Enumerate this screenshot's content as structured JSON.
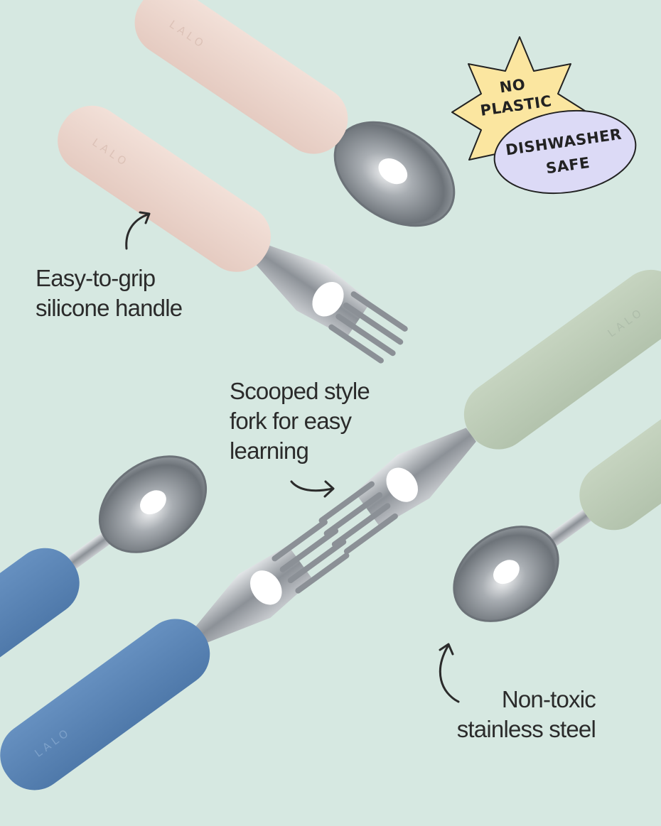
{
  "colors": {
    "background": "#d6e8e1",
    "handle_pink": "#ecd6cd",
    "handle_sage": "#bccbb6",
    "handle_blue": "#5a85b6",
    "steel_light": "#d9dde0",
    "steel_dark": "#777d83",
    "badge_star": "#fbe6a0",
    "badge_oval": "#dcdaf6",
    "text": "#2b2b2b"
  },
  "brand_mark": "LALO",
  "badges": {
    "no_plastic": [
      "NO",
      "PLASTIC"
    ],
    "dishwasher_safe": [
      "DISHWASHER",
      "SAFE"
    ]
  },
  "callouts": {
    "grip": [
      "Easy-to-grip",
      "silicone handle"
    ],
    "scooped": [
      "Scooped style",
      "fork for easy",
      "learning"
    ],
    "steel": [
      "Non-toxic",
      "stainless steel"
    ]
  },
  "icons": [
    "curved-arrow-icon",
    "curved-arrow-icon",
    "curved-arrow-icon"
  ]
}
